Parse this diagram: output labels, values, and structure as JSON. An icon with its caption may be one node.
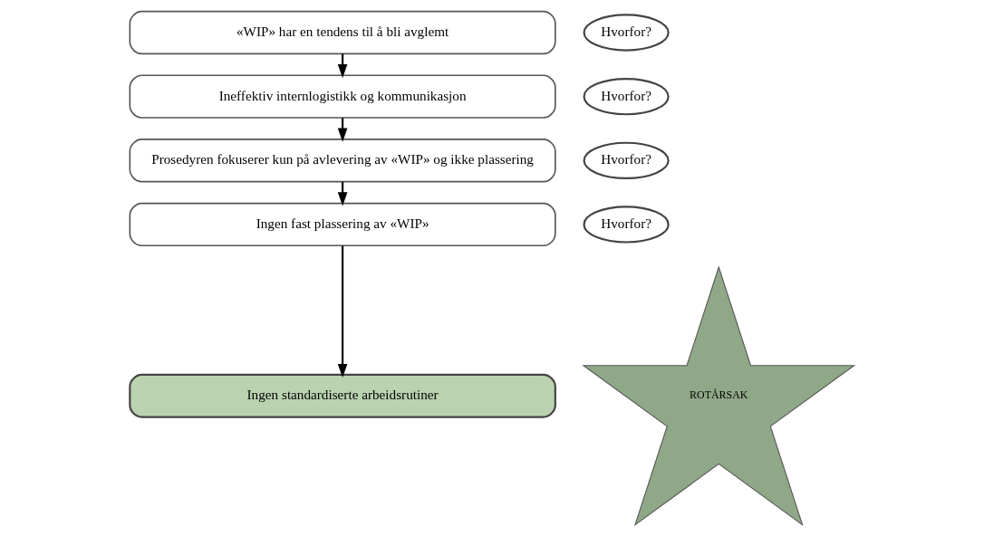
{
  "diagram": {
    "nodes": [
      {
        "text": [
          "«WIP» har en tendens til å bli avglemt"
        ]
      },
      {
        "text": [
          "Hvorfor?"
        ]
      },
      {
        "text": [
          "Ineffektiv internlogistikk og kommunikasjon"
        ]
      },
      {
        "text": [
          "Hvorfor?"
        ]
      },
      {
        "text": [
          "Prosedyren fokuserer kun på avlevering av «WIP» og ikke plassering"
        ]
      },
      {
        "text": [
          "Hvorfor?"
        ]
      },
      {
        "text": [
          "Ingen fast plassering av «WIP»"
        ]
      },
      {
        "text": [
          "Hvorfor?"
        ]
      },
      {
        "text": [
          "Ingen standardiserte arbeidsrutiner"
        ]
      },
      {
        "text": [
          "ROTÅRSAK"
        ]
      }
    ],
    "edges": [
      {
        "from": 0,
        "to": 2,
        "arrow": "to"
      },
      {
        "from": 2,
        "to": 4,
        "arrow": "to"
      },
      {
        "from": 4,
        "to": 6,
        "arrow": "to"
      },
      {
        "from": 6,
        "to": 8,
        "arrow": "to"
      }
    ]
  }
}
